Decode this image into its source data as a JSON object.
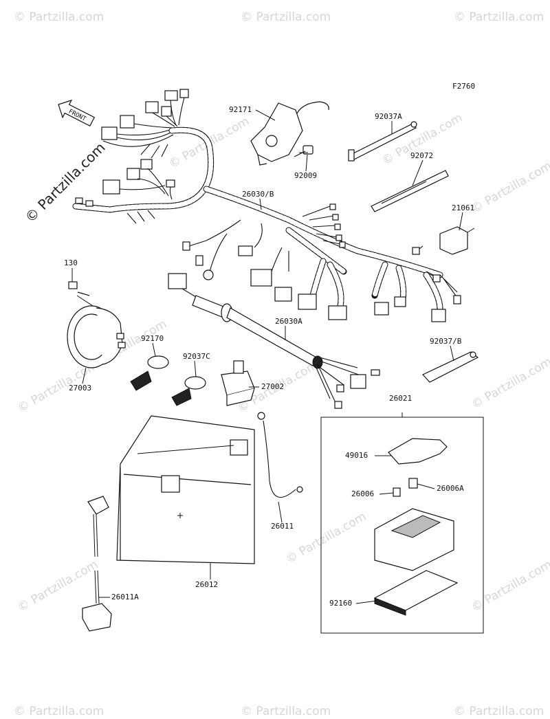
{
  "figure_code": "F2760",
  "front_arrow_label": "FRONT",
  "copyright_watermark": "© Partzilla.com",
  "repeated_watermark": "© Partzilla.com",
  "parts": [
    {
      "id": "p92171",
      "number": "92171"
    },
    {
      "id": "p92037A",
      "number": "92037A"
    },
    {
      "id": "p92009",
      "number": "92009"
    },
    {
      "id": "p92072",
      "number": "92072"
    },
    {
      "id": "p26030B",
      "number": "26030/B"
    },
    {
      "id": "p21061",
      "number": "21061"
    },
    {
      "id": "p130",
      "number": "130"
    },
    {
      "id": "p26030A",
      "number": "26030A"
    },
    {
      "id": "p92170",
      "number": "92170"
    },
    {
      "id": "p92037B",
      "number": "92037/B"
    },
    {
      "id": "p92037C",
      "number": "92037C"
    },
    {
      "id": "p27003",
      "number": "27003"
    },
    {
      "id": "p27002",
      "number": "27002"
    },
    {
      "id": "p26021",
      "number": "26021"
    },
    {
      "id": "p49016",
      "number": "49016"
    },
    {
      "id": "p26006",
      "number": "26006"
    },
    {
      "id": "p26006A",
      "number": "26006A"
    },
    {
      "id": "p26011",
      "number": "26011"
    },
    {
      "id": "p26012",
      "number": "26012"
    },
    {
      "id": "p26011A",
      "number": "26011A"
    },
    {
      "id": "p92160",
      "number": "92160"
    }
  ]
}
